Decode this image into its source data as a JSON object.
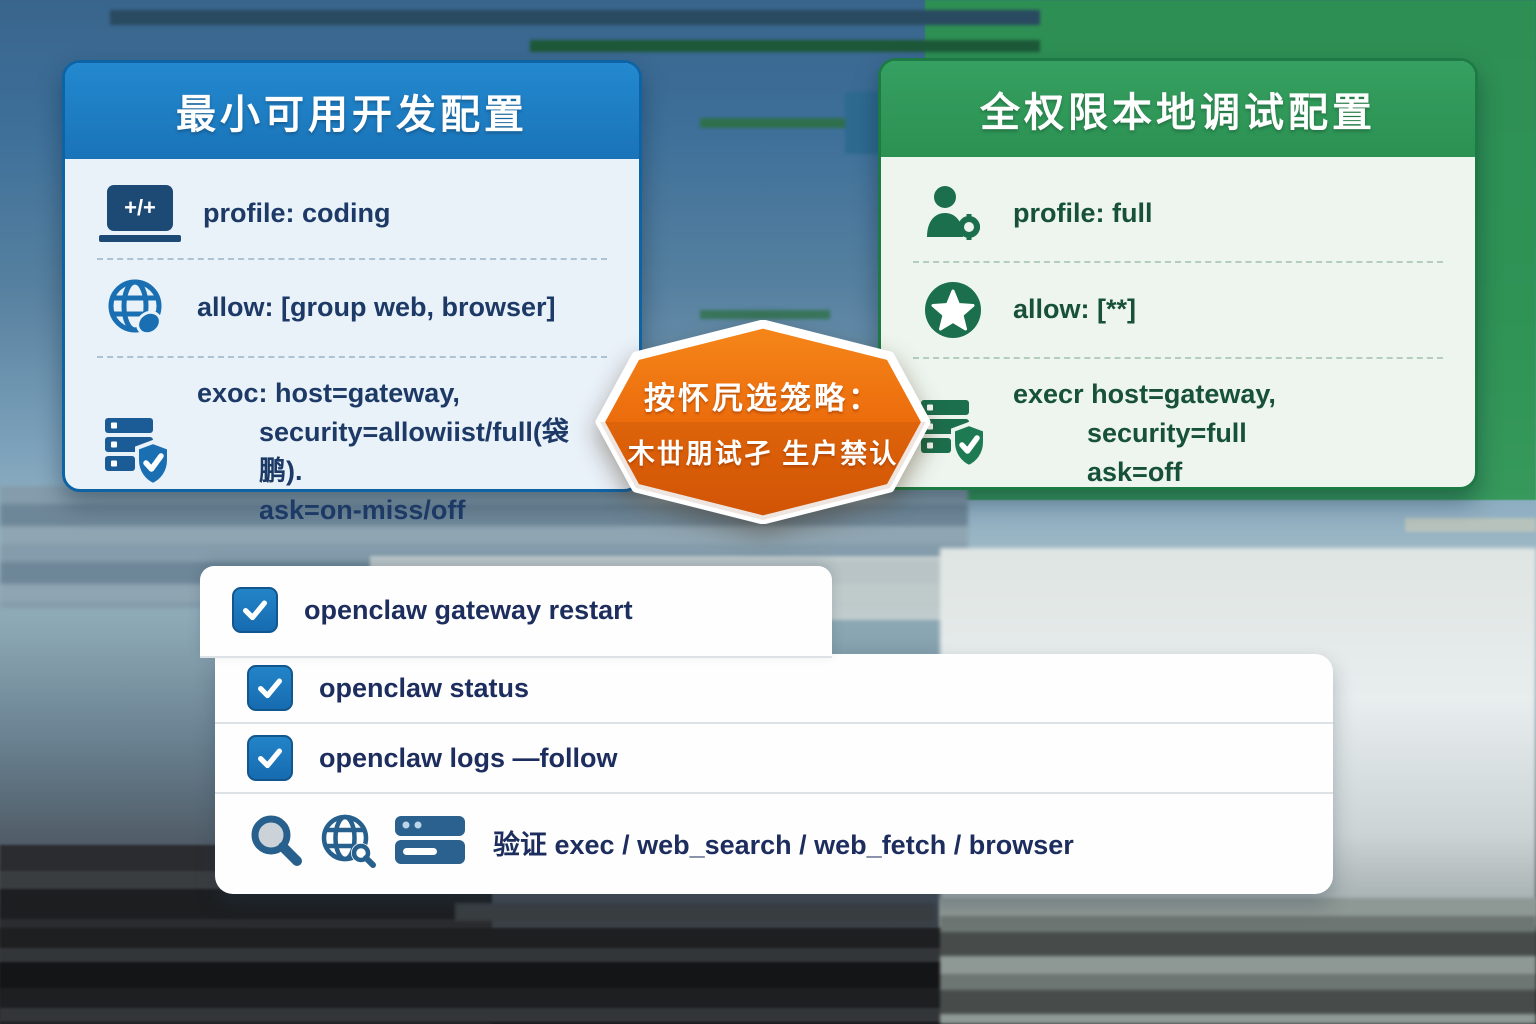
{
  "left_card": {
    "title": "最小可用开发配置",
    "rows": [
      {
        "icon": "laptop-code-icon",
        "icon_text": "+/+",
        "lines": [
          "profile: coding"
        ]
      },
      {
        "icon": "globe-icon",
        "lines": [
          "allow: [group web, browser]"
        ]
      },
      {
        "icon": "server-shield-icon",
        "lines": [
          "exoc: host=gateway,",
          "security=allowiist/full(袋鹏).",
          "ask=on-miss/off"
        ]
      }
    ]
  },
  "right_card": {
    "title": "全权限本地调试配置",
    "rows": [
      {
        "icon": "user-gear-icon",
        "lines": [
          "profile: full"
        ]
      },
      {
        "icon": "star-circle-icon",
        "lines": [
          "allow: [**]"
        ]
      },
      {
        "icon": "server-shield-icon",
        "lines": [
          "execr host=gateway,",
          "security=full",
          "ask=off"
        ]
      }
    ]
  },
  "badge": {
    "line1": "按怀凥选笼略：",
    "line2": "木丗朋试孑 生户禁认"
  },
  "checklist": {
    "items": [
      "openclaw gateway restart",
      "openclaw status",
      "openclaw logs —follow"
    ],
    "verify_label": "验证 exec / web_search / web_fetch / browser",
    "verify_icons": [
      "magnifier-icon",
      "globe-search-icon",
      "browser-window-icon"
    ]
  },
  "colors": {
    "blue_header": "#1a73b8",
    "blue_border": "#0e63a5",
    "blue_body": "#e9f1f9",
    "navy_text": "#1d3a66",
    "green_header": "#2b9152",
    "green_border": "#1d7a44",
    "green_body": "#edf5ee",
    "green_text": "#17513a",
    "orange_badge": "#e8650f",
    "checkbox_blue": "#1a75ba",
    "checklist_text": "#1c2d5e"
  }
}
